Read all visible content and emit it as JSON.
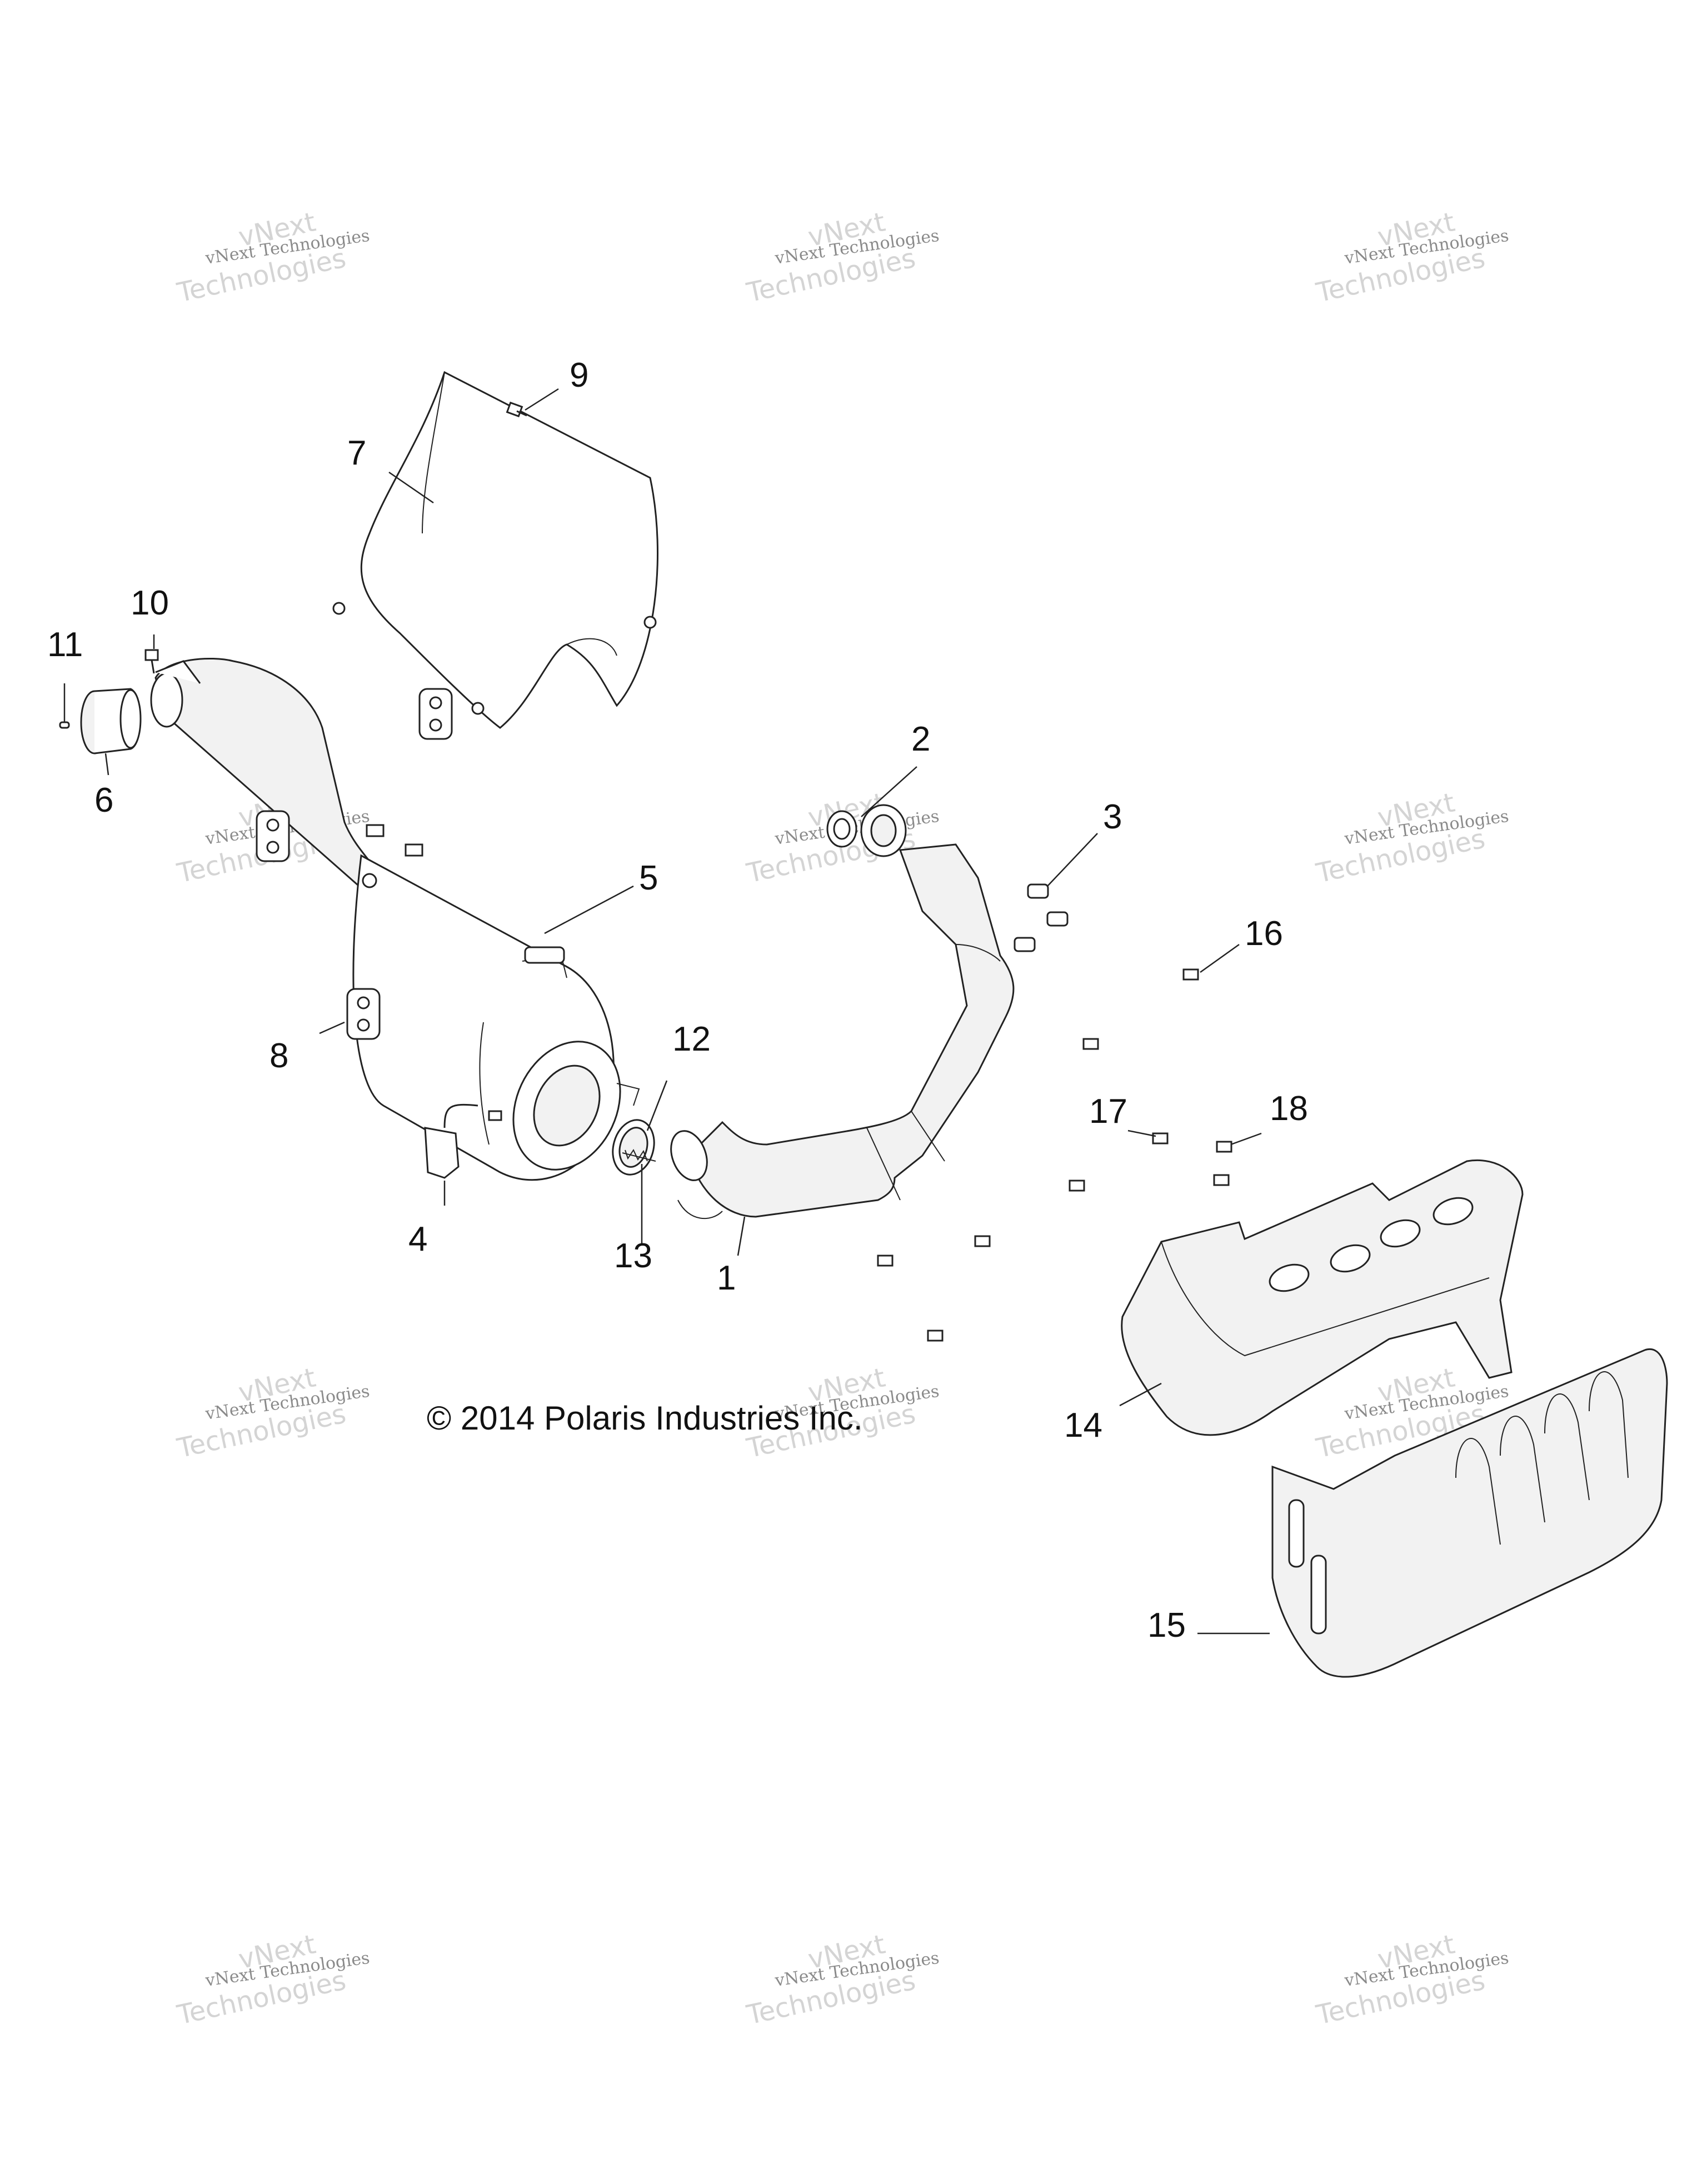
{
  "watermark": {
    "line1": "vNext",
    "line2": "vNext Technologies",
    "line3": "Technologies"
  },
  "copyright": "© 2014 Polaris Industries Inc.",
  "callouts": [
    "1",
    "2",
    "3",
    "4",
    "5",
    "6",
    "7",
    "8",
    "9",
    "10",
    "11",
    "12",
    "13",
    "14",
    "15",
    "16",
    "17",
    "18"
  ]
}
